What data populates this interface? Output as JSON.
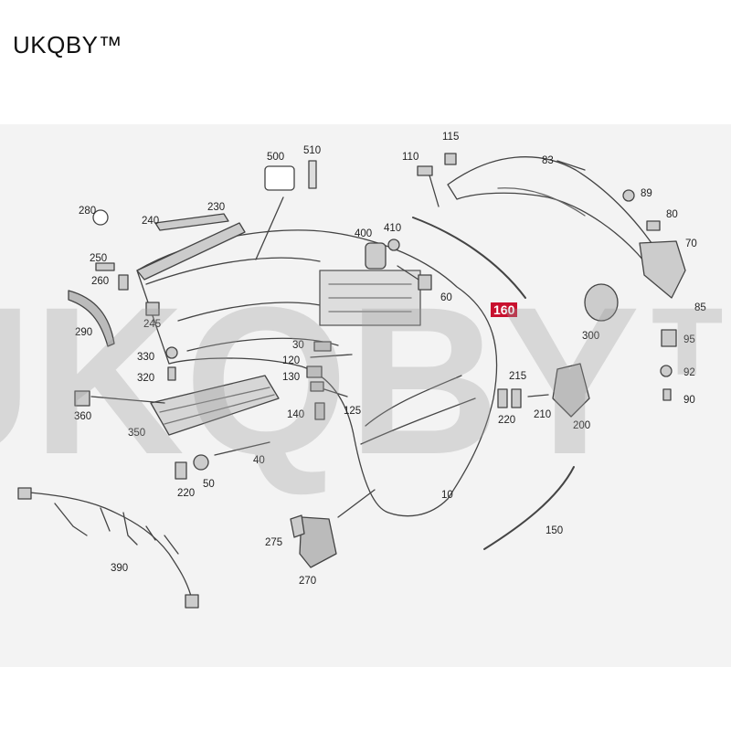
{
  "brand": {
    "text": "UKQBY™"
  },
  "watermark": {
    "text": "UKQBY™"
  },
  "colors": {
    "highlight": "#c8102e",
    "line": "#444444",
    "panel": "#f3f3f3"
  },
  "labels": {
    "p10": "10",
    "p30": "30",
    "p40": "40",
    "p50": "50",
    "p60": "60",
    "p70": "70",
    "p80": "80",
    "p83": "83",
    "p85": "85",
    "p89": "89",
    "p90": "90",
    "p92": "92",
    "p95": "95",
    "p110": "110",
    "p115": "115",
    "p120": "120",
    "p125": "125",
    "p130": "130",
    "p140": "140",
    "p150": "150",
    "p160": "160",
    "p200": "200",
    "p210": "210",
    "p215": "215",
    "p220a": "220",
    "p220b": "220",
    "p230": "230",
    "p240": "240",
    "p245": "245",
    "p250": "250",
    "p260": "260",
    "p270": "270",
    "p275": "275",
    "p280": "280",
    "p290": "290",
    "p300": "300",
    "p320": "320",
    "p330": "330",
    "p350": "350",
    "p360": "360",
    "p390": "390",
    "p400": "400",
    "p410": "410",
    "p500": "500",
    "p510": "510"
  }
}
